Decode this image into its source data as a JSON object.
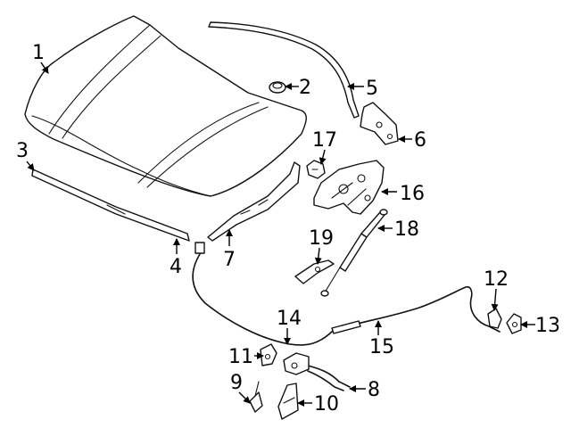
{
  "callouts": {
    "c1": "1",
    "c2": "2",
    "c3": "3",
    "c4": "4",
    "c5": "5",
    "c6": "6",
    "c7": "7",
    "c8": "8",
    "c9": "9",
    "c10": "10",
    "c11": "11",
    "c12": "12",
    "c13": "13",
    "c14": "14",
    "c15": "15",
    "c16": "16",
    "c17": "17",
    "c18": "18",
    "c19": "19"
  },
  "colors": {
    "line": "#111111",
    "background": "#ffffff"
  }
}
